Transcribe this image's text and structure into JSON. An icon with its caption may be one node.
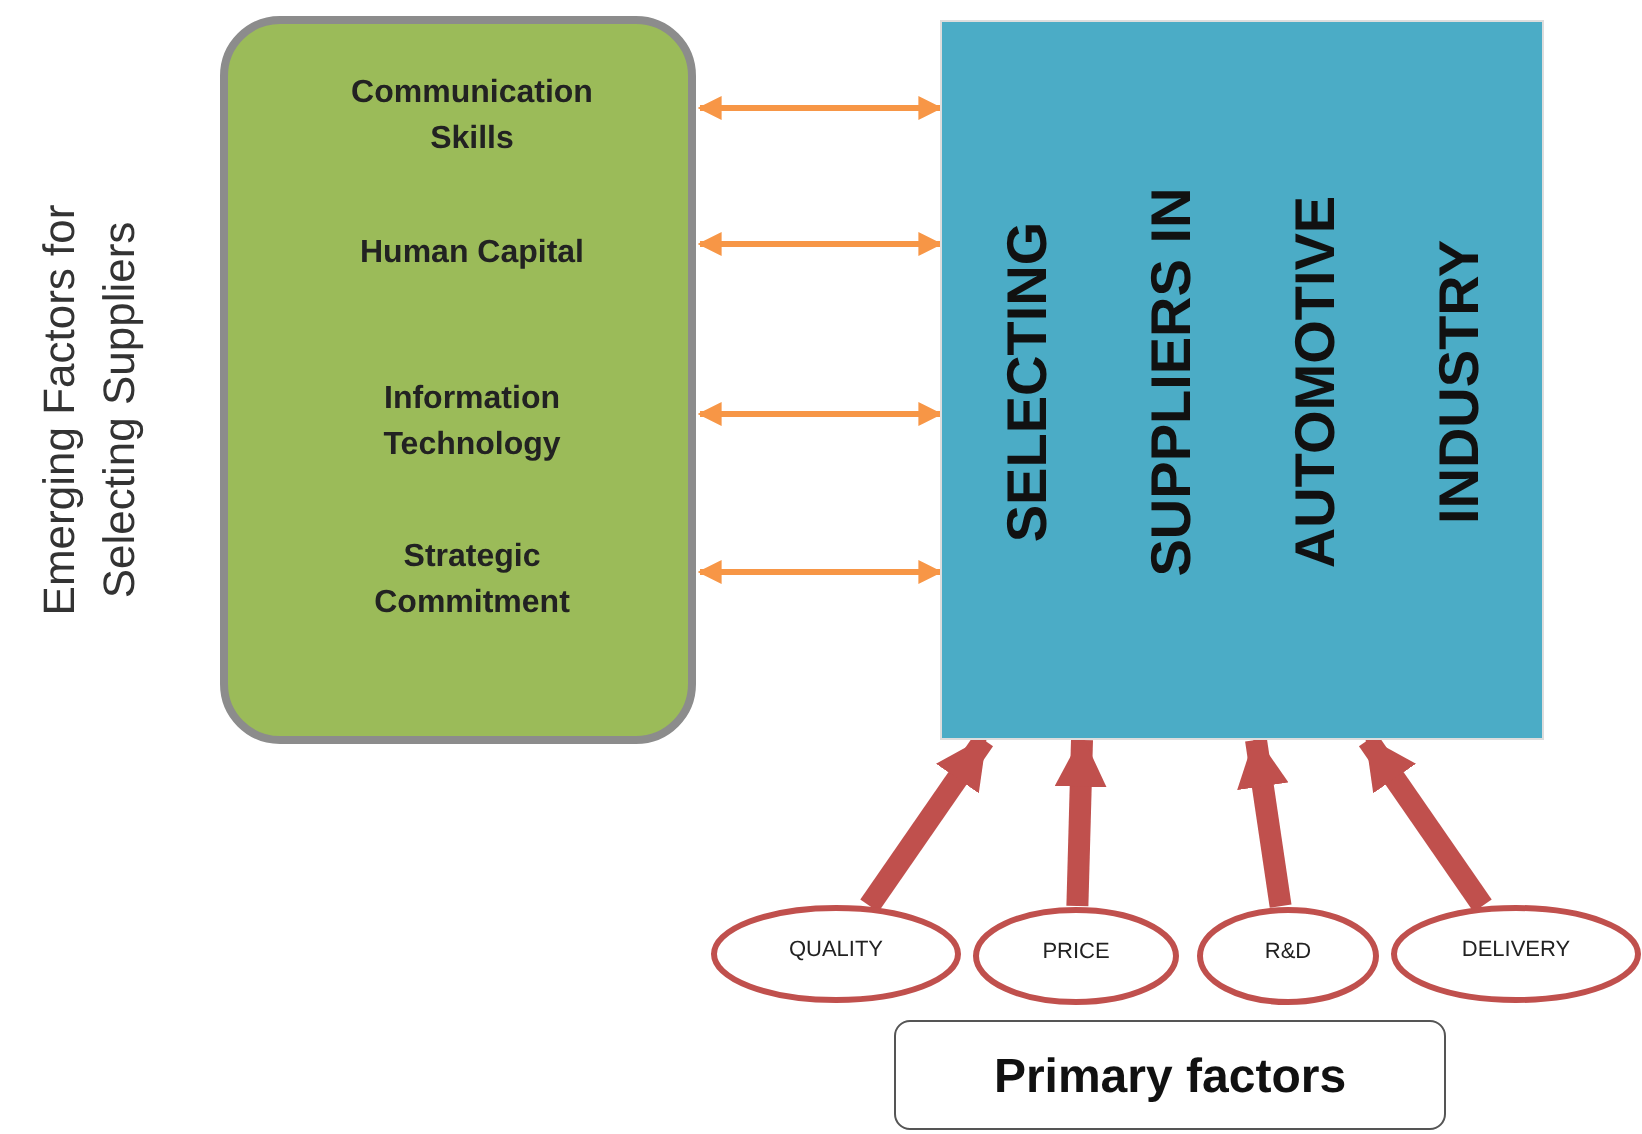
{
  "diagram": {
    "nodes": [
      {
        "text": [],
        "shape": "box"
      },
      {
        "text": [
          "Communication Skills"
        ],
        "in": 0
      },
      {
        "text": [
          "Human Capital"
        ],
        "in": 0
      },
      {
        "text": [
          "Information Technology"
        ],
        "in": 0
      },
      {
        "text": [
          "Strategic Commitment"
        ],
        "in": 0
      },
      {
        "text": [
          "SELECTING SUPPLIERS IN AUTOMOTIVE INDUSTRY"
        ]
      },
      {
        "text": [
          "QUALITY"
        ]
      },
      {
        "text": [
          "PRICE"
        ]
      },
      {
        "text": [
          "R&D"
        ]
      },
      {
        "text": [
          "DELIVERY"
        ]
      },
      {
        "text": [
          "Primary factors"
        ]
      }
    ],
    "edges": [
      {
        "from": 1,
        "to": 5,
        "arrow": "both"
      },
      {
        "from": 2,
        "to": 5,
        "arrow": "both"
      },
      {
        "from": 3,
        "to": 5,
        "arrow": "both"
      },
      {
        "from": 4,
        "to": 5,
        "arrow": "both"
      },
      {
        "from": 6,
        "to": 5,
        "arrow": "to",
        "style": "thick",
        "color": "#c0504d"
      },
      {
        "from": 7,
        "to": 5,
        "arrow": "to",
        "style": "thick",
        "color": "#c0504d"
      },
      {
        "from": 8,
        "to": 5,
        "arrow": "to",
        "style": "thick",
        "color": "#c0504d"
      },
      {
        "from": 9,
        "to": 5,
        "arrow": "to",
        "style": "thick",
        "color": "#c0504d"
      }
    ],
    "labels": [
      "Emerging Factors for Selecting Suppliers"
    ]
  }
}
